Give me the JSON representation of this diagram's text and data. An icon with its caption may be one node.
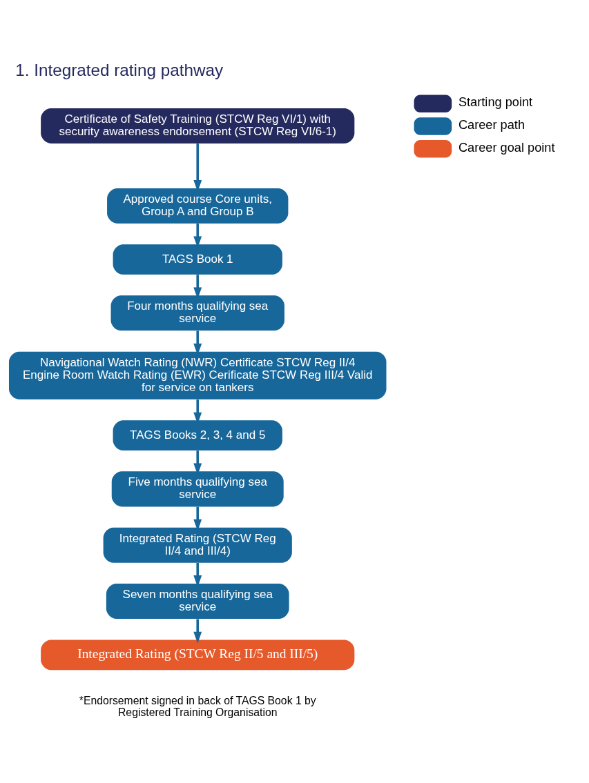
{
  "diagram": {
    "title": "1. Integrated rating pathway",
    "nodes": [
      {
        "text": [
          "Certificate of Safety Training (STCW Reg VI/1) with security awareness endorsement (STCW Reg VI/6-1)"
        ]
      },
      {
        "text": [
          "Approved course Core units, Group A and Group B"
        ]
      },
      {
        "text": [
          "TAGS Book 1"
        ]
      },
      {
        "text": [
          "Four months qualifying sea service"
        ]
      },
      {
        "text": [
          "Navigational Watch Rating (NWR) Certificate STCW Reg II/4 Engine Room Watch Rating (EWR) Cerificate STCW Reg III/4 Valid for service on tankers"
        ]
      },
      {
        "text": [
          "TAGS Books 2, 3, 4 and 5"
        ]
      },
      {
        "text": [
          "Five months qualifying sea service"
        ]
      },
      {
        "text": [
          "Integrated Rating (STCW Reg II/4 and III/4)"
        ]
      },
      {
        "text": [
          "Seven months qualifying sea service"
        ]
      },
      {
        "text": [
          "Integrated Rating (STCW Reg II/5 and III/5)"
        ]
      }
    ],
    "edges": [
      {
        "from": 0,
        "to": 1,
        "arrow": "to"
      },
      {
        "from": 1,
        "to": 2,
        "arrow": "to"
      },
      {
        "from": 2,
        "to": 3,
        "arrow": "to"
      },
      {
        "from": 3,
        "to": 4,
        "arrow": "to"
      },
      {
        "from": 4,
        "to": 5,
        "arrow": "to"
      },
      {
        "from": 5,
        "to": 6,
        "arrow": "to"
      },
      {
        "from": 6,
        "to": 7,
        "arrow": "to"
      },
      {
        "from": 7,
        "to": 8,
        "arrow": "to"
      },
      {
        "from": 8,
        "to": 9,
        "arrow": "to"
      }
    ],
    "labels": [
      "*Endorsement signed in back of TAGS Book 1 by Registered Training Organisation"
    ],
    "legend": [
      {
        "text": "Starting point",
        "color": "#252a5e"
      },
      {
        "text": "Career path",
        "color": "#17679a"
      },
      {
        "text": "Career goal point",
        "color": "#e5592a"
      }
    ]
  }
}
